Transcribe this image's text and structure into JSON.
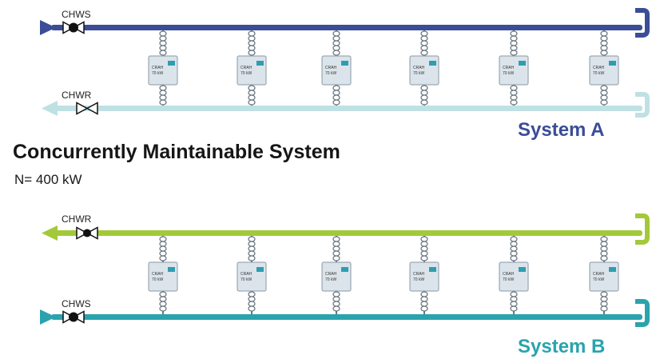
{
  "heading": {
    "title": "Concurrently Maintainable System",
    "subtitle": "N= 400 kW"
  },
  "system_a": {
    "label": "System A",
    "label_color": "#3a4d96",
    "supply": {
      "label": "CHWS",
      "color": "#3a4d96"
    },
    "return": {
      "label": "CHWR",
      "color": "#bfe1e4"
    },
    "units": [
      "CRAH 70 kW",
      "CRAH 70 kW",
      "CRAH 70 kW",
      "CRAH 70 kW",
      "CRAH 70 kW",
      "CRAH 70 kW"
    ]
  },
  "system_b": {
    "label": "System B",
    "label_color": "#2aa3ad",
    "return": {
      "label": "CHWR",
      "color": "#a3c93a"
    },
    "supply": {
      "label": "CHWS",
      "color": "#2aa3ad"
    },
    "units": [
      "CRAH 70 kW",
      "CRAH 70 kW",
      "CRAH 70 kW",
      "CRAH 70 kW",
      "CRAH 70 kW",
      "CRAH 70 kW"
    ]
  },
  "colors": {
    "unit_body": "#dbe4ea",
    "unit_panel": "#2f9db1",
    "connector": "#6b7780",
    "valve": "#111111"
  },
  "icons": [
    "arrow-right-icon",
    "arrow-left-icon",
    "valve-icon",
    "flex-hose-icon",
    "crah-unit-icon"
  ]
}
